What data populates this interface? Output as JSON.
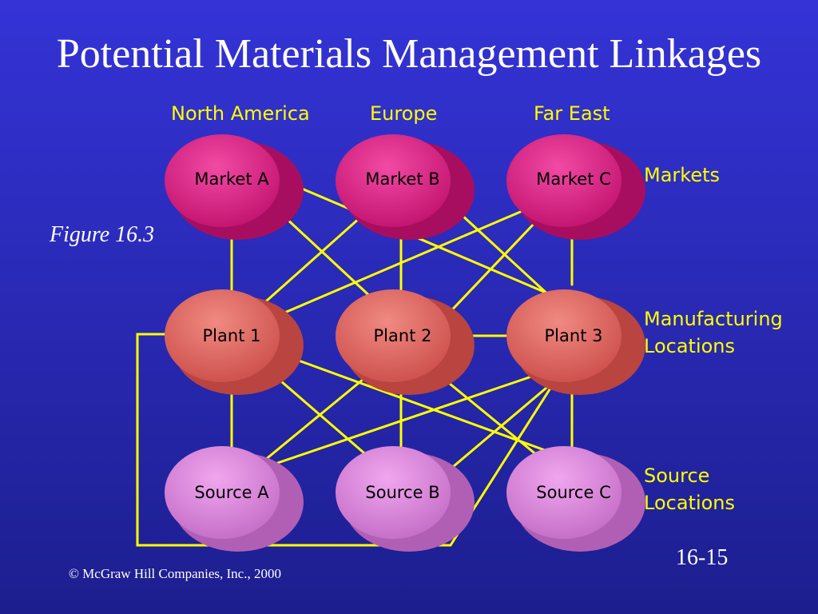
{
  "slide": {
    "title": "Potential Materials Management Linkages",
    "figure_caption": "Figure 16.3",
    "copyright": "© McGraw Hill Companies, Inc., 2000",
    "page_number": "16-15"
  },
  "regions": [
    "North America",
    "Europe",
    "Far East"
  ],
  "row_labels": {
    "markets": "Markets",
    "manufacturing": [
      "Manufacturing",
      "Locations"
    ],
    "sources": [
      "Source",
      "Locations"
    ]
  },
  "nodes": {
    "markets": [
      "Market A",
      "Market B",
      "Market C"
    ],
    "plants": [
      "Plant 1",
      "Plant 2",
      "Plant 3"
    ],
    "sources": [
      "Source A",
      "Source B",
      "Source C"
    ]
  },
  "links": {
    "market_plant": "every market connects to every plant",
    "plant_source": "every plant connects to every source"
  },
  "colors": {
    "background": "#2f2fc8",
    "link": "#ffff00",
    "label_text": "#ffff00",
    "market": "#e8238c",
    "plant": "#e8706a",
    "source": "#dd88dd"
  }
}
